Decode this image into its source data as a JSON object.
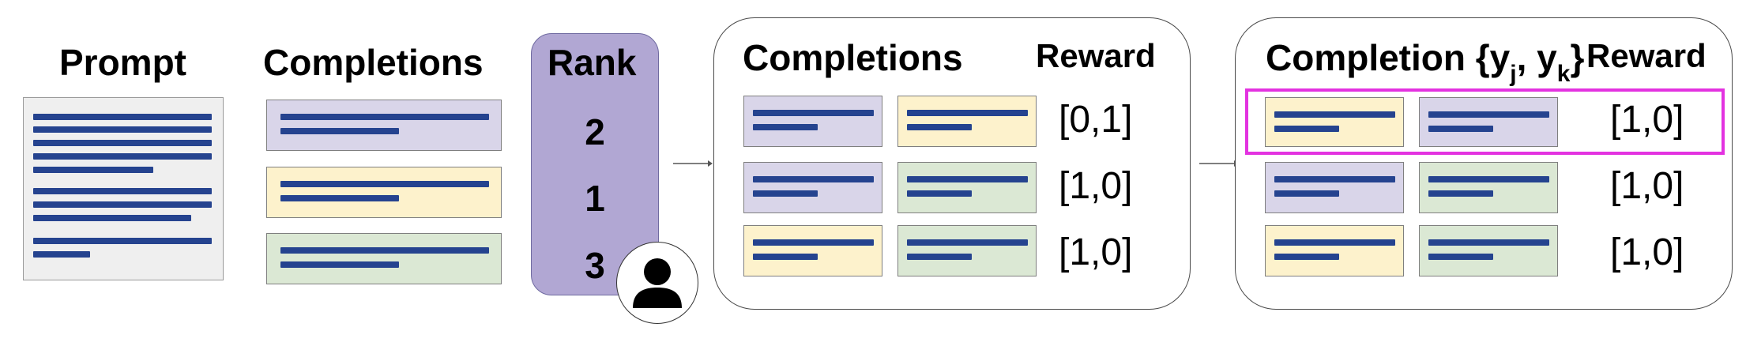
{
  "prompt": {
    "title": "Prompt"
  },
  "completions": {
    "title": "Completions"
  },
  "rank": {
    "title": "Rank",
    "values": [
      "2",
      "1",
      "3"
    ]
  },
  "panel1": {
    "title": "Completions",
    "reward_header": "Reward",
    "rewards": [
      "[0,1]",
      "[1,0]",
      "[1,0]"
    ]
  },
  "panel2": {
    "title_prefix": "Completion {y",
    "sub_j": "j",
    "sep": ", y",
    "sub_k": "k",
    "title_suffix": "}",
    "reward_header": "Reward",
    "rewards": [
      "[1,0]",
      "[1,0]",
      "[1,0]"
    ]
  },
  "colors": {
    "purple": "#d9d5e9",
    "yellow": "#fdf2cc",
    "green": "#dbe8d4",
    "line": "#25438f",
    "rank": "#b1a7d3",
    "highlight": "#e332e0"
  },
  "icons": {
    "user": "user-icon",
    "arrow": "arrow-right-icon"
  }
}
